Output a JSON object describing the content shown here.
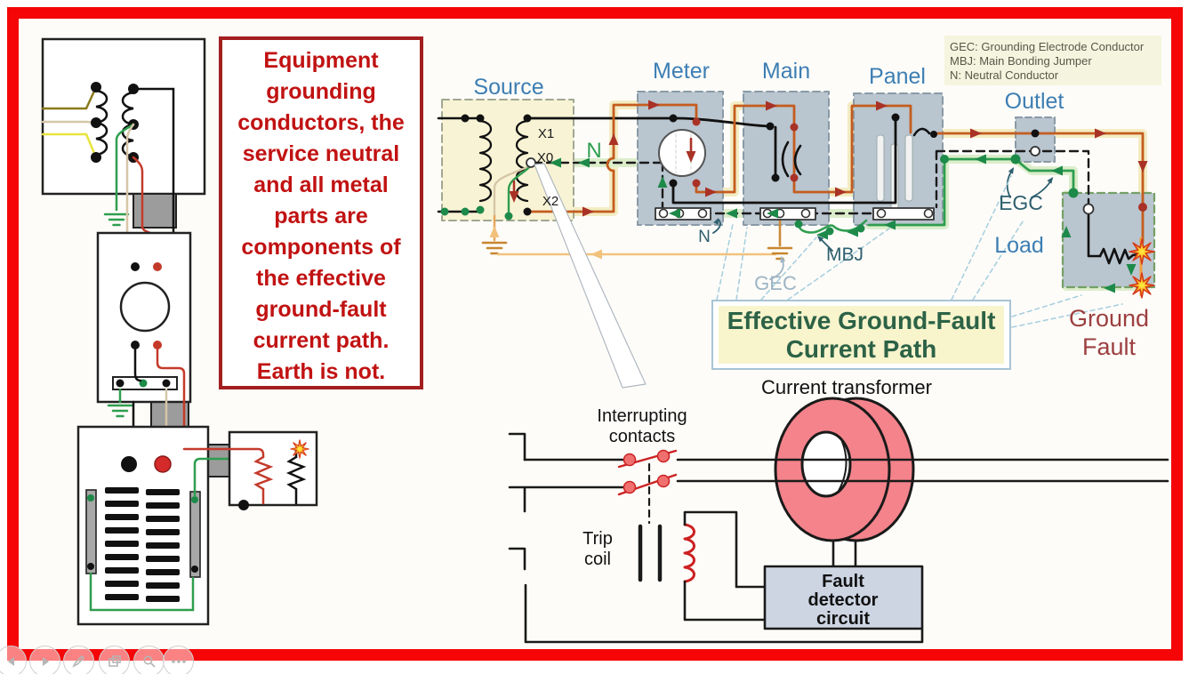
{
  "slide": {
    "note_box": {
      "lines": [
        "Equipment",
        "grounding",
        "conductors, the",
        "service neutral",
        "and all metal",
        "parts are",
        "components of",
        "the effective",
        "ground-fault",
        "current path.",
        "Earth is not."
      ]
    },
    "legend": {
      "lines": [
        "GEC: Grounding Electrode Conductor",
        "MBJ: Main Bonding Jumper",
        "N: Neutral Conductor"
      ]
    },
    "diagram": {
      "source": "Source",
      "meter": "Meter",
      "main": "Main",
      "panel": "Panel",
      "outlet": "Outlet",
      "load": "Load",
      "n_source": "N",
      "n_bus": "N",
      "x1": "X1",
      "x0": "X0",
      "x2": "X2",
      "gec": "GEC",
      "mbj": "MBJ",
      "egc": "EGC",
      "effective_path": {
        "lines": [
          "Effective Ground-Fault",
          "Current Path"
        ]
      },
      "ground_fault": {
        "lines": [
          "Ground",
          "Fault"
        ]
      }
    },
    "ct": {
      "title": "Current transformer",
      "interrupting_contacts": {
        "lines": [
          "Interrupting",
          "contacts"
        ]
      },
      "trip_coil": {
        "lines": [
          "Trip",
          "coil"
        ]
      },
      "fault_detector": {
        "lines": [
          "Fault",
          "detector",
          "circuit"
        ]
      }
    },
    "colors": {
      "frame_red": "#f50505",
      "note_text": "#c11212",
      "note_border": "#a31f1f",
      "label_blue": "#3d7eb3",
      "hot_wire": "#c45c1e",
      "arrow_brick": "#a93226",
      "green": "#2f9e4f",
      "effective_text": "#2c6246",
      "ground_fault_text": "#9c3f3f",
      "teal": "#2e5f6e",
      "gec_gray": "#9db4c4",
      "torus_pink": "#f4838b",
      "detector_fill": "#cdd5e3"
    }
  },
  "toolbar": {
    "buttons": [
      "previous-slide",
      "next-slide",
      "pen-tools",
      "slide-navigator",
      "zoom",
      "more-options"
    ]
  }
}
